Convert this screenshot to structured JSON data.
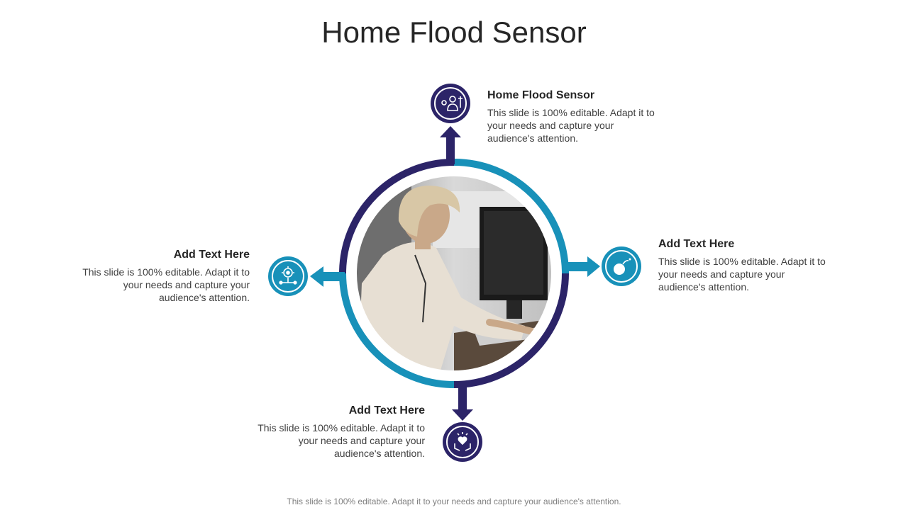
{
  "slide": {
    "title": "Home Flood Sensor",
    "footer": "This slide is 100% editable. Adapt it to your needs and capture your audience's attention."
  },
  "colors": {
    "navy": "#2c2468",
    "teal": "#1891b9",
    "text_dark": "#262626",
    "text_body": "#404040",
    "footer_text": "#7f7f7f"
  },
  "center": {
    "image": "photo of woman working at computer"
  },
  "items": [
    {
      "id": "top",
      "heading": "Home Flood Sensor",
      "body": "This slide is 100% editable. Adapt it to your needs and capture your audience's attention.",
      "icon": "worker-with-gears-icon",
      "color": "navy"
    },
    {
      "id": "right",
      "heading": "Add  Text Here",
      "body": "This slide is 100% editable. Adapt it to your needs and capture your audience's attention.",
      "icon": "bomb-icon",
      "color": "teal"
    },
    {
      "id": "bottom",
      "heading": "Add  Text Here",
      "body": "This slide is 100% editable. Adapt it to your needs and capture your audience's attention.",
      "icon": "hands-heart-icon",
      "color": "navy"
    },
    {
      "id": "left",
      "heading": "Add  Text Here",
      "body": "This slide is 100% editable. Adapt it to your needs and capture your audience's attention.",
      "icon": "gear-network-icon",
      "color": "teal"
    }
  ]
}
